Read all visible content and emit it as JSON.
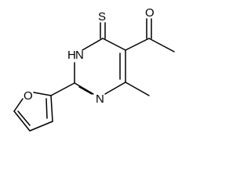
{
  "molecule": {
    "atoms": {
      "thione_sulfur": "S",
      "ring_nh": "H",
      "ring_nh_n": "N",
      "ring_n": "N",
      "carbonyl_oxygen": "O",
      "furan_oxygen": "O"
    }
  },
  "colors": {
    "bond": "#000000",
    "label": "#000000",
    "background": "#ffffff"
  }
}
